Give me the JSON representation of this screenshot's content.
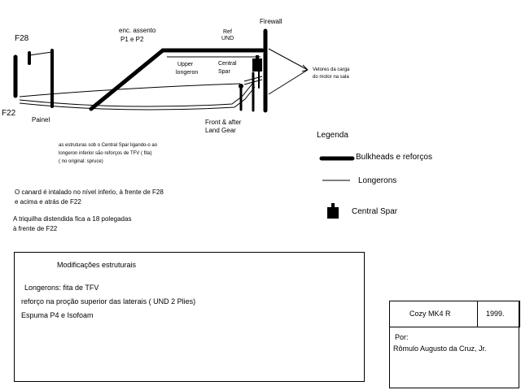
{
  "labels": {
    "f28": "F28",
    "f22": "F22",
    "painel": "Painel",
    "enc_assento_1": "enc. assento",
    "enc_assento_2": "P1 e P2",
    "ref_und_1": "Ref",
    "ref_und_2": "UND",
    "firewall": "Firewall",
    "upper_longeron_1": "Upper",
    "upper_longeron_2": "longeron",
    "central_spar_1": "Central",
    "central_spar_2": "Spar",
    "vetores_1": "Vetores da carga",
    "vetores_2": "do motor na sala",
    "front_after_1": "Front & after",
    "front_after_2": "Land Gear"
  },
  "note_spar": [
    "as estruturas sob o Central Spar ligando-o ao",
    "longeron inferior são reforços de TFV ( fita)",
    "( no original: spruce)"
  ],
  "legend": {
    "title": "Legenda",
    "bulkheads": "Bulkheads e reforços",
    "longerons": "Longerons",
    "central_spar": "Central Spar"
  },
  "notes": {
    "canard_1": "O canard é intalado no nível inferio, à frente de F28",
    "canard_2": "e acima e atrás de F22",
    "triquilha_1": "A triquilha distendida fica a 18 polegadas",
    "triquilha_2": "à frente de F22"
  },
  "modifications": {
    "title": "Modificações estruturais",
    "lines": [
      "Longerons: fita de TFV",
      "reforço na proção superior das laterais ( UND 2 Plies)",
      "Espuma P4 e Isofoam"
    ]
  },
  "title_block": {
    "project": "Cozy MK4 R",
    "year": "1999.",
    "by_label": "Por:",
    "author": "Rômulo Augusto da Cruz, Jr."
  }
}
